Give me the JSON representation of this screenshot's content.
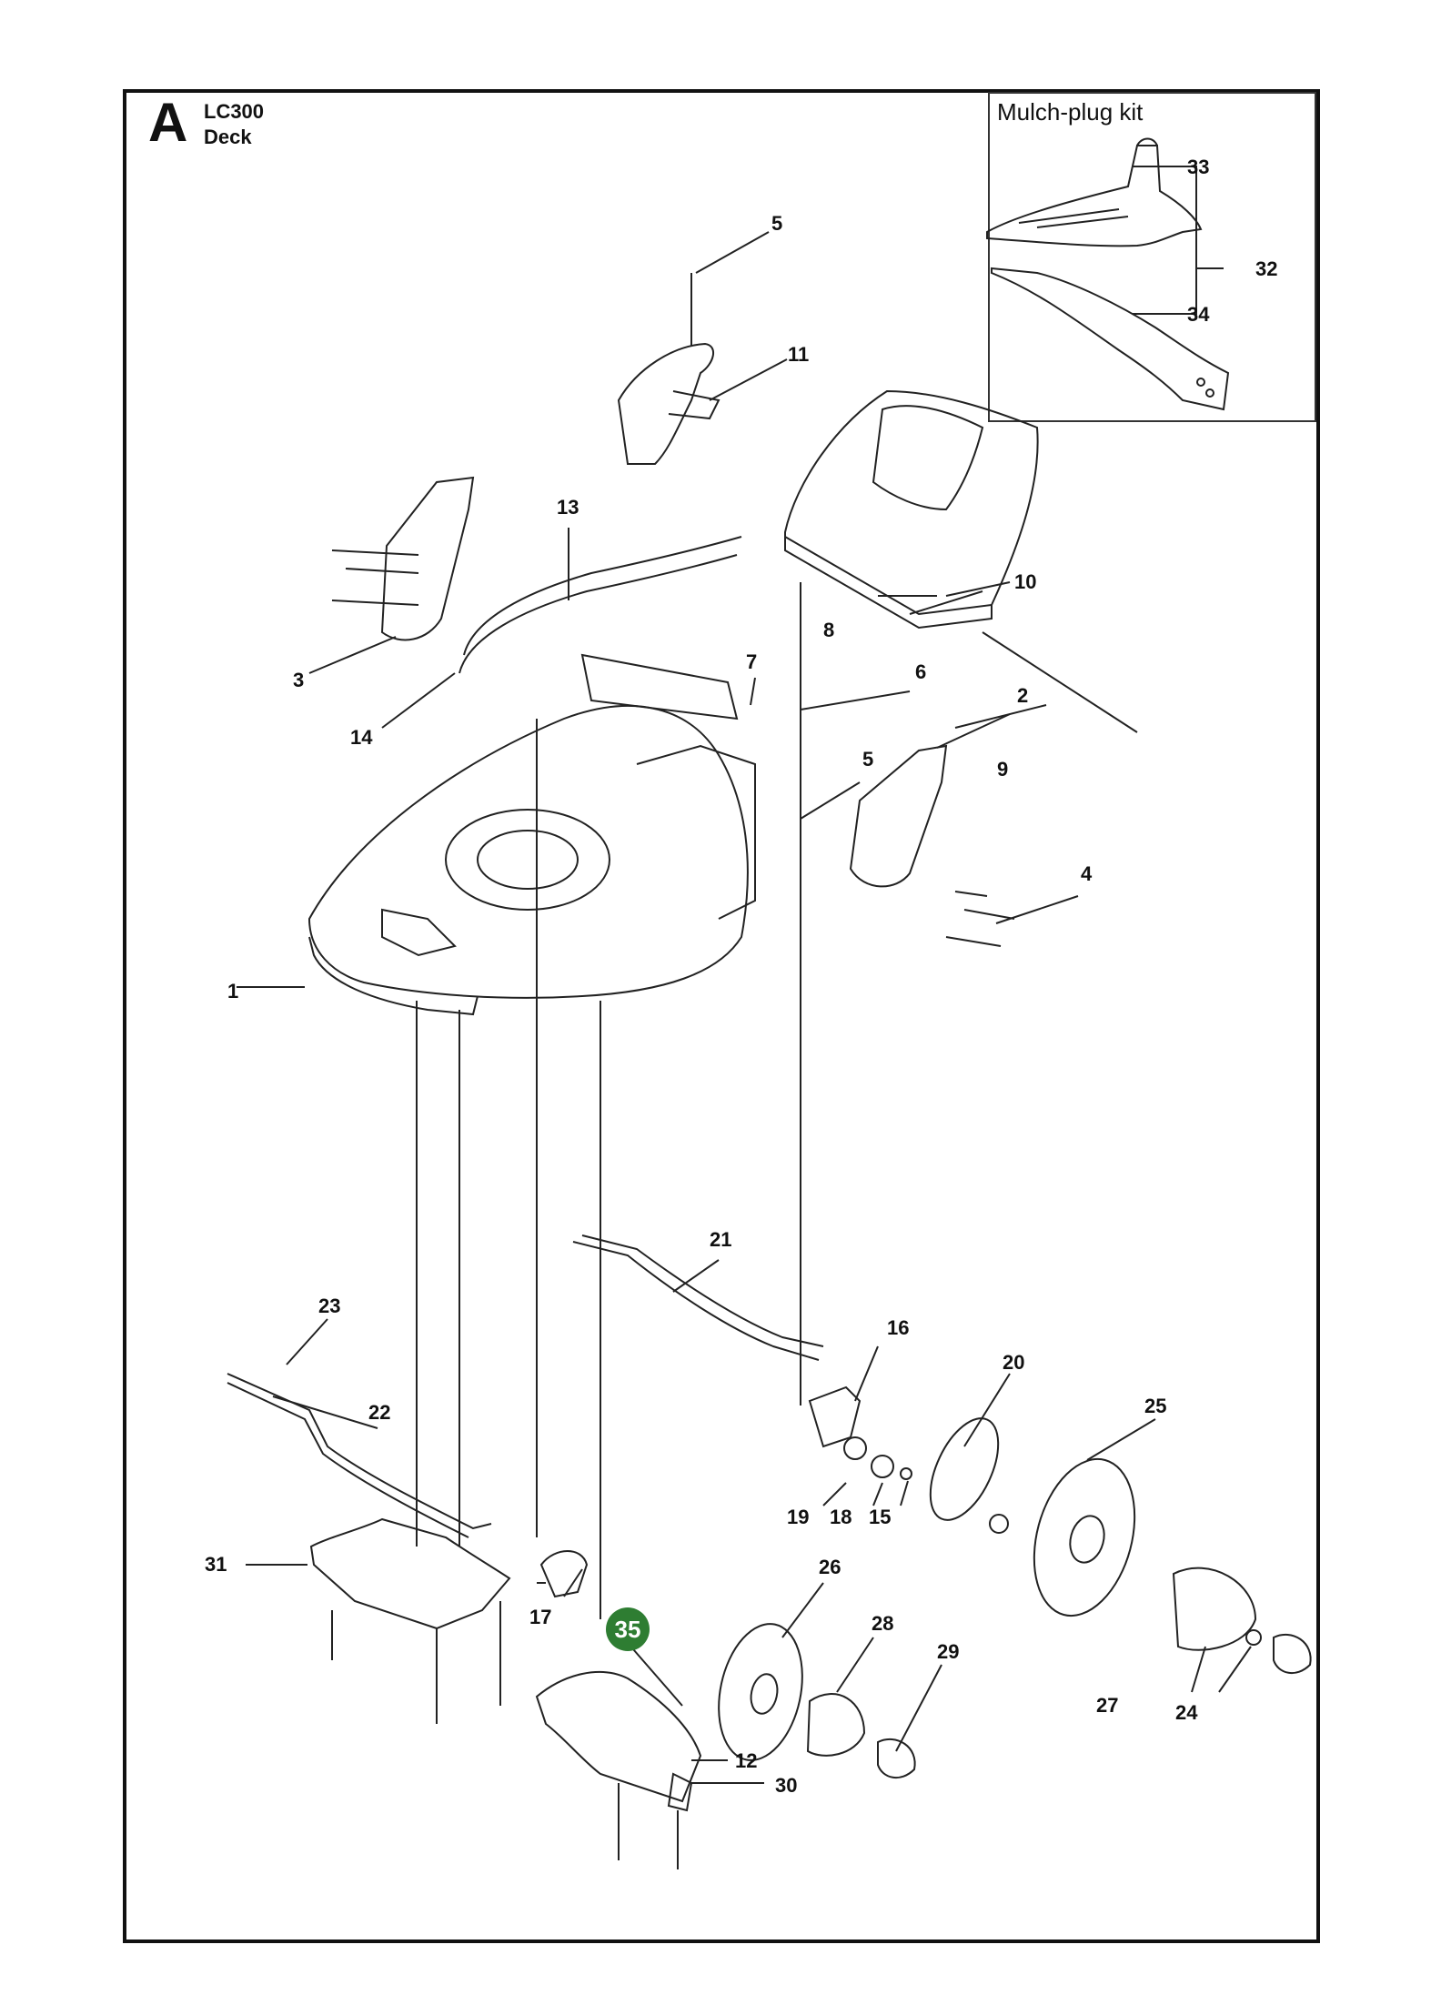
{
  "header": {
    "section_letter": "A",
    "model": "LC300",
    "title": "Deck"
  },
  "inset": {
    "title": "Mulch-plug kit"
  },
  "callouts": [
    {
      "id": "1",
      "label": "1"
    },
    {
      "id": "2",
      "label": "2"
    },
    {
      "id": "3",
      "label": "3"
    },
    {
      "id": "4",
      "label": "4"
    },
    {
      "id": "5a",
      "label": "5"
    },
    {
      "id": "5b",
      "label": "5"
    },
    {
      "id": "6",
      "label": "6"
    },
    {
      "id": "7",
      "label": "7"
    },
    {
      "id": "8",
      "label": "8"
    },
    {
      "id": "9",
      "label": "9"
    },
    {
      "id": "10",
      "label": "10"
    },
    {
      "id": "11",
      "label": "11"
    },
    {
      "id": "12",
      "label": "12"
    },
    {
      "id": "13",
      "label": "13"
    },
    {
      "id": "14",
      "label": "14"
    },
    {
      "id": "15",
      "label": "15"
    },
    {
      "id": "16",
      "label": "16"
    },
    {
      "id": "17",
      "label": "17"
    },
    {
      "id": "18",
      "label": "18"
    },
    {
      "id": "19",
      "label": "19"
    },
    {
      "id": "20",
      "label": "20"
    },
    {
      "id": "21",
      "label": "21"
    },
    {
      "id": "22",
      "label": "22"
    },
    {
      "id": "23",
      "label": "23"
    },
    {
      "id": "24",
      "label": "24"
    },
    {
      "id": "25",
      "label": "25"
    },
    {
      "id": "26",
      "label": "26"
    },
    {
      "id": "27",
      "label": "27"
    },
    {
      "id": "28",
      "label": "28"
    },
    {
      "id": "29",
      "label": "29"
    },
    {
      "id": "30",
      "label": "30"
    },
    {
      "id": "31",
      "label": "31"
    },
    {
      "id": "32",
      "label": "32"
    },
    {
      "id": "33",
      "label": "33"
    },
    {
      "id": "34",
      "label": "34"
    }
  ],
  "highlight_callout": {
    "label": "35",
    "color": "#2e7d32"
  }
}
